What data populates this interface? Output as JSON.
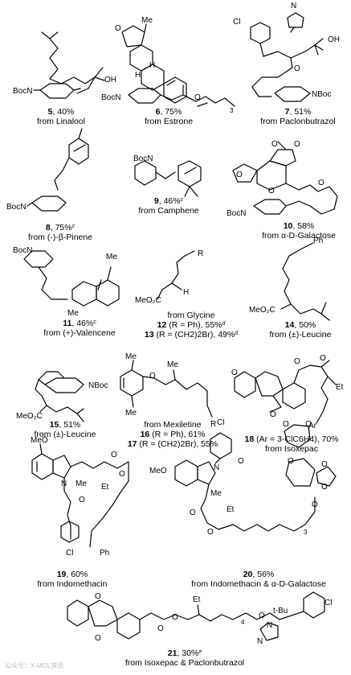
{
  "compounds": [
    {
      "num": "5",
      "yield": "40%",
      "sup": "",
      "source": "from Linalool"
    },
    {
      "num": "6",
      "yield": "75%",
      "sup": "",
      "source": "from Estrone"
    },
    {
      "num": "7",
      "yield": "51%",
      "sup": "",
      "source": "from Paclonbutrazol"
    },
    {
      "num": "8",
      "yield": "75%",
      "sup": "c",
      "source": "from (-)-β-Pinene"
    },
    {
      "num": "9",
      "yield": "46%",
      "sup": "c",
      "source": "from Camphene"
    },
    {
      "num": "10",
      "yield": "58%",
      "sup": "",
      "source": "from α-D-Galactose"
    },
    {
      "num": "11",
      "yield": "46%",
      "sup": "c",
      "source": "from (+)-Valencene"
    },
    {
      "num": "12",
      "label": "(R = Ph), 55%",
      "sup": "d",
      "source": "from Glycine"
    },
    {
      "num": "13",
      "label": "(R = (CH2)2Br), 49%",
      "sup": "d",
      "source": ""
    },
    {
      "num": "14",
      "yield": "50%",
      "sup": "",
      "source": "from (±)-Leucine"
    },
    {
      "num": "15",
      "yield": "51%",
      "sup": "",
      "source": "from (±)-Leucine"
    },
    {
      "num": "16",
      "label": "(R = Ph), 61%",
      "sup": "",
      "source": "from Mexiletine"
    },
    {
      "num": "17",
      "label": "(R = (CH2)2Br), 55%",
      "sup": "",
      "source": ""
    },
    {
      "num": "18",
      "label": "(Ar = 3-ClC6H4), 70%",
      "sup": "",
      "source": "from Isoxepac"
    },
    {
      "num": "19",
      "yield": "60%",
      "sup": "",
      "source": "from Indomethacin"
    },
    {
      "num": "20",
      "yield": "56%",
      "sup": "",
      "source": "from Indomethacin & α-D-Galactose"
    },
    {
      "num": "21",
      "yield": "30%",
      "sup": "e",
      "source": "from Isoxepac & Paclonbutrazol"
    }
  ],
  "atoms": {
    "boc_n": "BocN",
    "n_boc": "NBoc",
    "boc": "Boc",
    "oh": "OH",
    "o": "O",
    "n": "N",
    "cl": "Cl",
    "h": "H",
    "me": "Me",
    "et": "Et",
    "r": "R",
    "ph": "Ph",
    "ar": "Ar",
    "tbu": "t-Bu",
    "meo": "MeO",
    "meo2c": "MeO₂C",
    "three": "3",
    "four": "4"
  },
  "watermark": "公众号：X-MOL资讯"
}
